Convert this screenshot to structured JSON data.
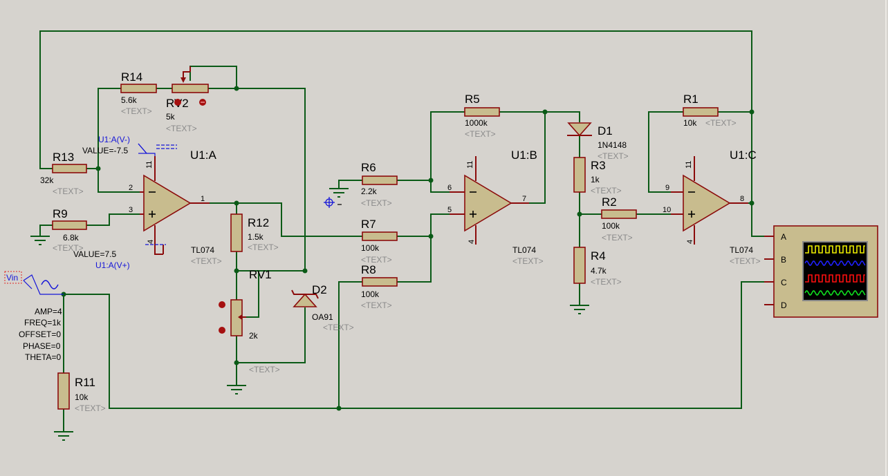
{
  "resistors": {
    "R14": {
      "ref": "R14",
      "value": "5.6k",
      "text": "<TEXT>"
    },
    "R13": {
      "ref": "R13",
      "value": "32k",
      "text": "<TEXT>"
    },
    "R9": {
      "ref": "R9",
      "value": "6.8k",
      "text": "<TEXT>"
    },
    "R12": {
      "ref": "R12",
      "value": "1.5k",
      "text": "<TEXT>"
    },
    "R11": {
      "ref": "R11",
      "value": "10k",
      "text": "<TEXT>"
    },
    "R6": {
      "ref": "R6",
      "value": "2.2k",
      "text": "<TEXT>"
    },
    "R7": {
      "ref": "R7",
      "value": "100k",
      "text": "<TEXT>"
    },
    "R8": {
      "ref": "R8",
      "value": "100k",
      "text": "<TEXT>"
    },
    "R5": {
      "ref": "R5",
      "value": "1000k",
      "text": "<TEXT>"
    },
    "R3": {
      "ref": "R3",
      "value": "1k",
      "text": "<TEXT>"
    },
    "R4": {
      "ref": "R4",
      "value": "4.7k",
      "text": "<TEXT>"
    },
    "R2": {
      "ref": "R2",
      "value": "100k",
      "text": "<TEXT>"
    },
    "R1": {
      "ref": "R1",
      "value": "10k",
      "text": "<TEXT>"
    }
  },
  "pots": {
    "RV2": {
      "ref": "RV2",
      "value": "5k",
      "text": "<TEXT>"
    },
    "RV1": {
      "ref": "RV1",
      "value": "2k",
      "text": "<TEXT>"
    }
  },
  "diodes": {
    "D1": {
      "ref": "D1",
      "model": "1N4148",
      "text": "<TEXT>"
    },
    "D2": {
      "ref": "D2",
      "model": "OA91",
      "text": "<TEXT>"
    }
  },
  "opamps": {
    "U1A": {
      "ref": "U1:A",
      "model": "TL074",
      "text": "<TEXT>",
      "pins": {
        "inv": "2",
        "noninv": "3",
        "out": "1",
        "vp": "4",
        "vn": "11"
      }
    },
    "U1B": {
      "ref": "U1:B",
      "model": "TL074",
      "text": "<TEXT>",
      "pins": {
        "inv": "6",
        "noninv": "5",
        "out": "7",
        "vp": "4",
        "vn": "11"
      }
    },
    "U1C": {
      "ref": "U1:C",
      "model": "TL074",
      "text": "<TEXT>",
      "pins": {
        "inv": "9",
        "noninv": "10",
        "out": "8",
        "vp": "4",
        "vn": "11"
      }
    }
  },
  "supplies": {
    "neg_name": "U1:A(V-)",
    "neg_value": "VALUE=-7.5",
    "pos_name": "U1:A(V+)",
    "pos_value": "VALUE=7.5"
  },
  "source": {
    "name": "Vin",
    "params": [
      "AMP=4",
      "FREQ=1k",
      "OFFSET=0",
      "PHASE=0",
      "THETA=0"
    ]
  },
  "scope": {
    "channels": [
      "A",
      "B",
      "C",
      "D"
    ],
    "colors": [
      "#f0f000",
      "#2020ff",
      "#ff1010",
      "#10e020"
    ]
  },
  "misc_text": "<TEXT>"
}
